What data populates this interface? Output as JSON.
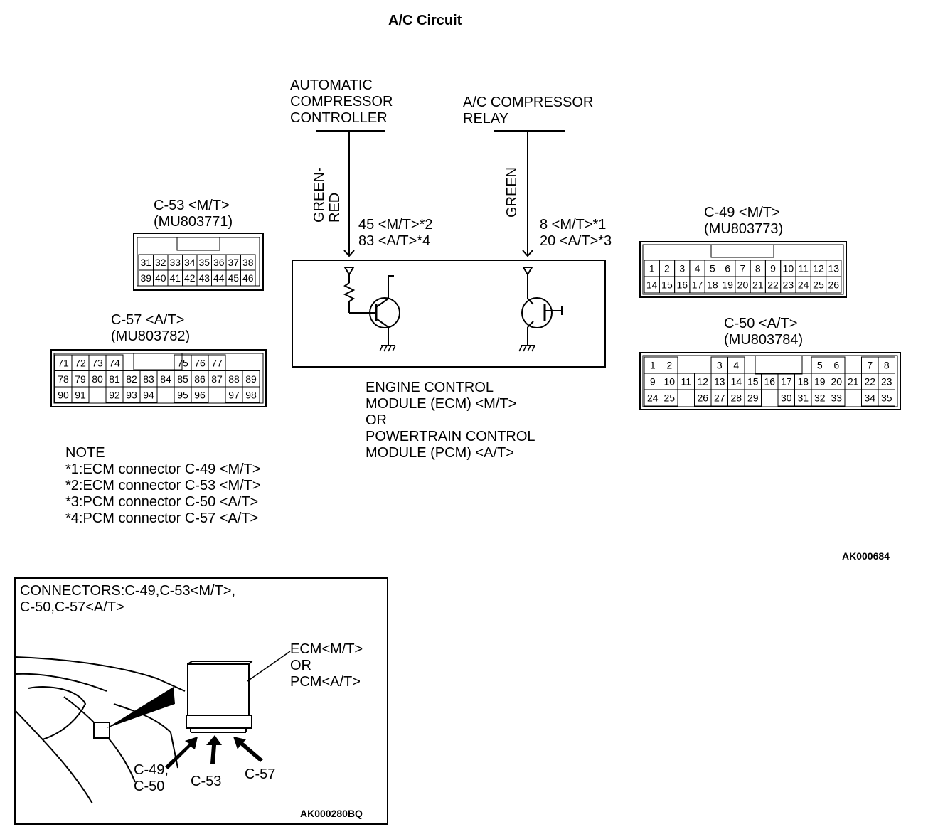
{
  "title": "A/C Circuit",
  "figure_code": "AK000684",
  "components": {
    "controller": {
      "lines": [
        "AUTOMATIC",
        "COMPRESSOR",
        "CONTROLLER"
      ]
    },
    "relay": {
      "lines": [
        "A/C COMPRESSOR",
        "RELAY"
      ]
    },
    "module": {
      "lines": [
        "ENGINE CONTROL",
        "MODULE (ECM) <M/T>",
        "OR",
        "POWERTRAIN CONTROL",
        "MODULE (PCM) <A/T>"
      ]
    }
  },
  "wires": {
    "left": {
      "color_lines": [
        "GREEN-",
        "RED"
      ],
      "pins": [
        "45 <M/T>*2",
        "83 <A/T>*4"
      ]
    },
    "right": {
      "color_lines": [
        "GREEN"
      ],
      "pins": [
        "8 <M/T>*1",
        "20 <A/T>*3"
      ]
    }
  },
  "connectors": {
    "c53": {
      "name": "C-53 <M/T>",
      "part": "(MU803771)",
      "rows": [
        [
          "31",
          "32",
          "33",
          "34",
          "35",
          "36",
          "37",
          "38"
        ],
        [
          "39",
          "40",
          "41",
          "42",
          "43",
          "44",
          "45",
          "46"
        ]
      ]
    },
    "c57": {
      "name": "C-57 <A/T>",
      "part": "(MU803782)",
      "rows": [
        [
          "71",
          "72",
          "73",
          "74",
          "",
          "",
          "",
          "75",
          "76",
          "77"
        ],
        [
          "78",
          "79",
          "80",
          "81",
          "82",
          "83",
          "84",
          "85",
          "86",
          "87",
          "88",
          "89"
        ],
        [
          "90",
          "91",
          "",
          "92",
          "93",
          "94",
          "",
          "95",
          "96",
          "",
          "97",
          "98"
        ]
      ]
    },
    "c49": {
      "name": "C-49 <M/T>",
      "part": "(MU803773)",
      "rows": [
        [
          "1",
          "2",
          "3",
          "4",
          "5",
          "6",
          "7",
          "8",
          "9",
          "10",
          "11",
          "12",
          "13"
        ],
        [
          "14",
          "15",
          "16",
          "17",
          "18",
          "19",
          "20",
          "21",
          "22",
          "23",
          "24",
          "25",
          "26"
        ]
      ]
    },
    "c50": {
      "name": "C-50 <A/T>",
      "part": "(MU803784)",
      "rows": [
        [
          "1",
          "2",
          "",
          "",
          "3",
          "4",
          "",
          "",
          "",
          "",
          "5",
          "6",
          "",
          "7",
          "8"
        ],
        [
          "9",
          "10",
          "11",
          "12",
          "13",
          "14",
          "15",
          "16",
          "17",
          "18",
          "19",
          "20",
          "21",
          "22",
          "23"
        ],
        [
          "24",
          "25",
          "",
          "26",
          "27",
          "28",
          "29",
          "",
          "30",
          "31",
          "32",
          "33",
          "",
          "34",
          "35"
        ]
      ]
    }
  },
  "note": {
    "heading": "NOTE",
    "items": [
      "*1:ECM connector C-49 <M/T>",
      "*2:ECM connector C-53 <M/T>",
      "*3:PCM connector C-50 <A/T>",
      "*4:PCM connector C-57 <A/T>"
    ]
  },
  "location": {
    "heading_lines": [
      "CONNECTORS:C-49,C-53<M/T>,",
      "C-50,C-57<A/T>"
    ],
    "module_lines": [
      "ECM<M/T>",
      "OR",
      "PCM<A/T>"
    ],
    "arrow_labels": [
      "C-49,",
      "C-50",
      "C-53",
      "C-57"
    ],
    "figure_code": "AK000280BQ"
  }
}
